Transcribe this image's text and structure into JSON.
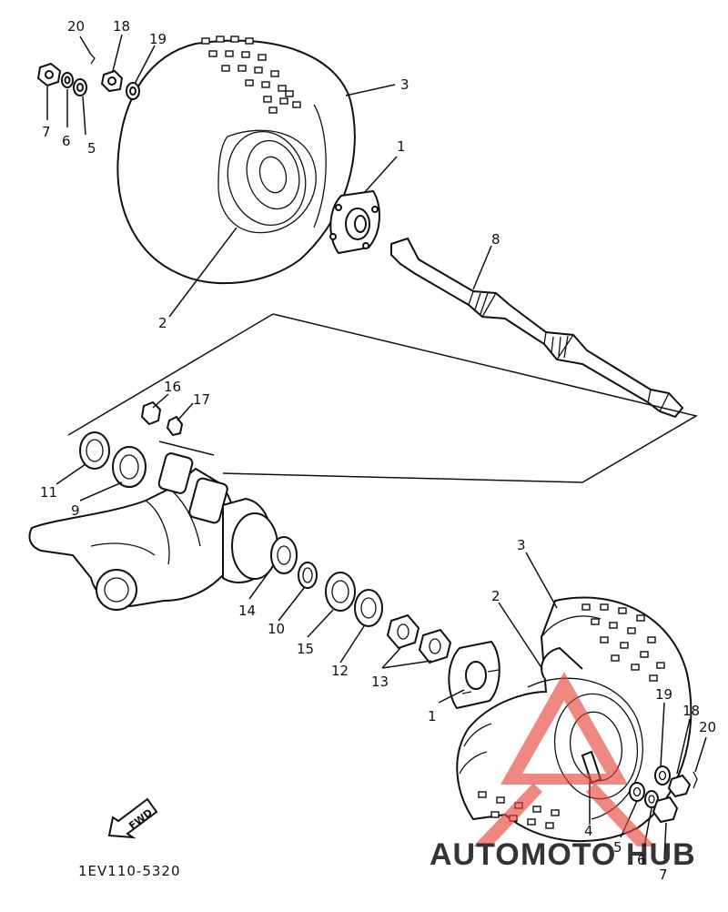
{
  "diagram_code": "1EV110-5320",
  "fwd_label": "FWD",
  "callouts": {
    "c1a": "1",
    "c2a": "2",
    "c3a": "3",
    "c5a": "5",
    "c6a": "6",
    "c7a": "7",
    "c8": "8",
    "c9": "9",
    "c10": "10",
    "c11": "11",
    "c12": "12",
    "c13": "13",
    "c14": "14",
    "c15": "15",
    "c16": "16",
    "c17": "17",
    "c18a": "18",
    "c19a": "19",
    "c20a": "20",
    "c1b": "1",
    "c2b": "2",
    "c3b": "3",
    "c4": "4",
    "c5b": "5",
    "c6b": "6",
    "c7b": "7",
    "c18b": "18",
    "c19b": "19",
    "c20b": "20"
  },
  "watermark": {
    "part1": "AUTO",
    "part2": "MOTO",
    "part3": "HUB",
    "color_orange": "#f5a142",
    "color_red": "#e8453c",
    "color_gray": "#9a9a9a"
  }
}
